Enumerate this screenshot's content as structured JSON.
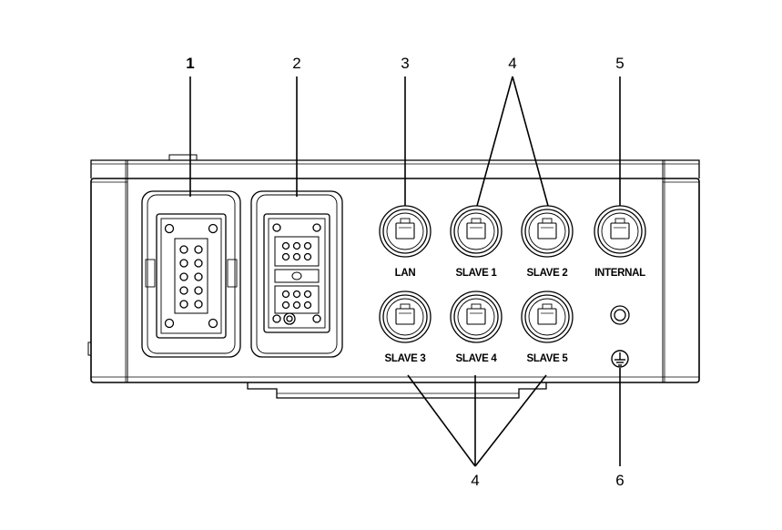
{
  "callouts": {
    "c1": "1",
    "c2": "2",
    "c3": "3",
    "c4_top": "4",
    "c5": "5",
    "c4_bottom": "4",
    "c6": "6"
  },
  "ports": {
    "lan": "LAN",
    "slave1": "SLAVE 1",
    "slave2": "SLAVE 2",
    "internal": "INTERNAL",
    "slave3": "SLAVE 3",
    "slave4": "SLAVE 4",
    "slave5": "SLAVE 5"
  }
}
